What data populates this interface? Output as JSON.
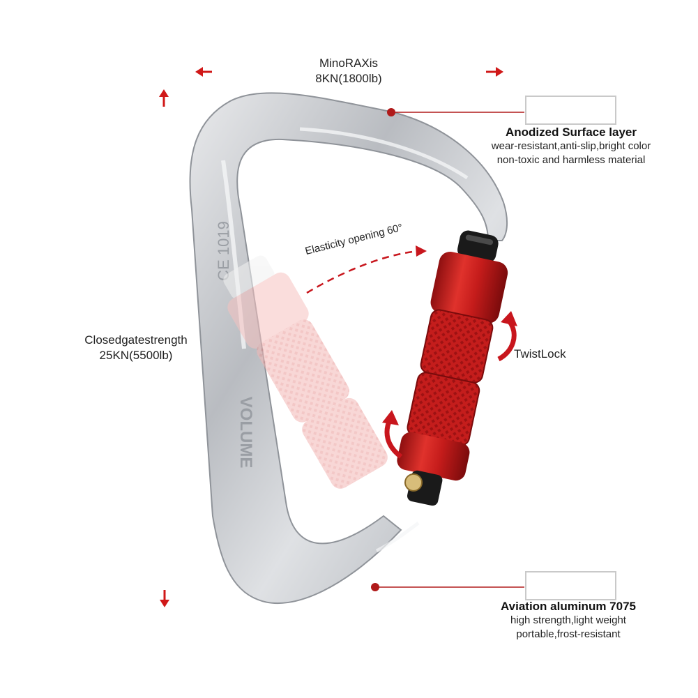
{
  "top_axis": {
    "title": "MinoRAXis",
    "value": "8KN(1800lb)"
  },
  "side_axis": {
    "title": "Closedgatestrength",
    "value": "25KN(5500lb)"
  },
  "opening_label": "Elasticity opening 60°",
  "twistlock_label": "TwistLock",
  "engraving": {
    "cert": "CE 1019",
    "brand": "VOLUME"
  },
  "callouts": {
    "surface": {
      "title": "Anodized Surface layer",
      "line1": "wear-resistant,anti-slip,bright color",
      "line2": "non-toxic and harmless material"
    },
    "material": {
      "title": "Aviation aluminum 7075",
      "line1": "high strength,light weight",
      "line2": "portable,frost-resistant"
    }
  },
  "colors": {
    "accent_red": "#c8161d",
    "arrow_red": "#d01818",
    "leader_line": "#b01a1a",
    "aluminum": "#c9ccd0",
    "gate_red": "#d3231f"
  },
  "icons": [
    "arrow-left-icon",
    "arrow-right-icon",
    "arrow-up-icon",
    "arrow-down-icon",
    "curved-arrow-icon"
  ]
}
